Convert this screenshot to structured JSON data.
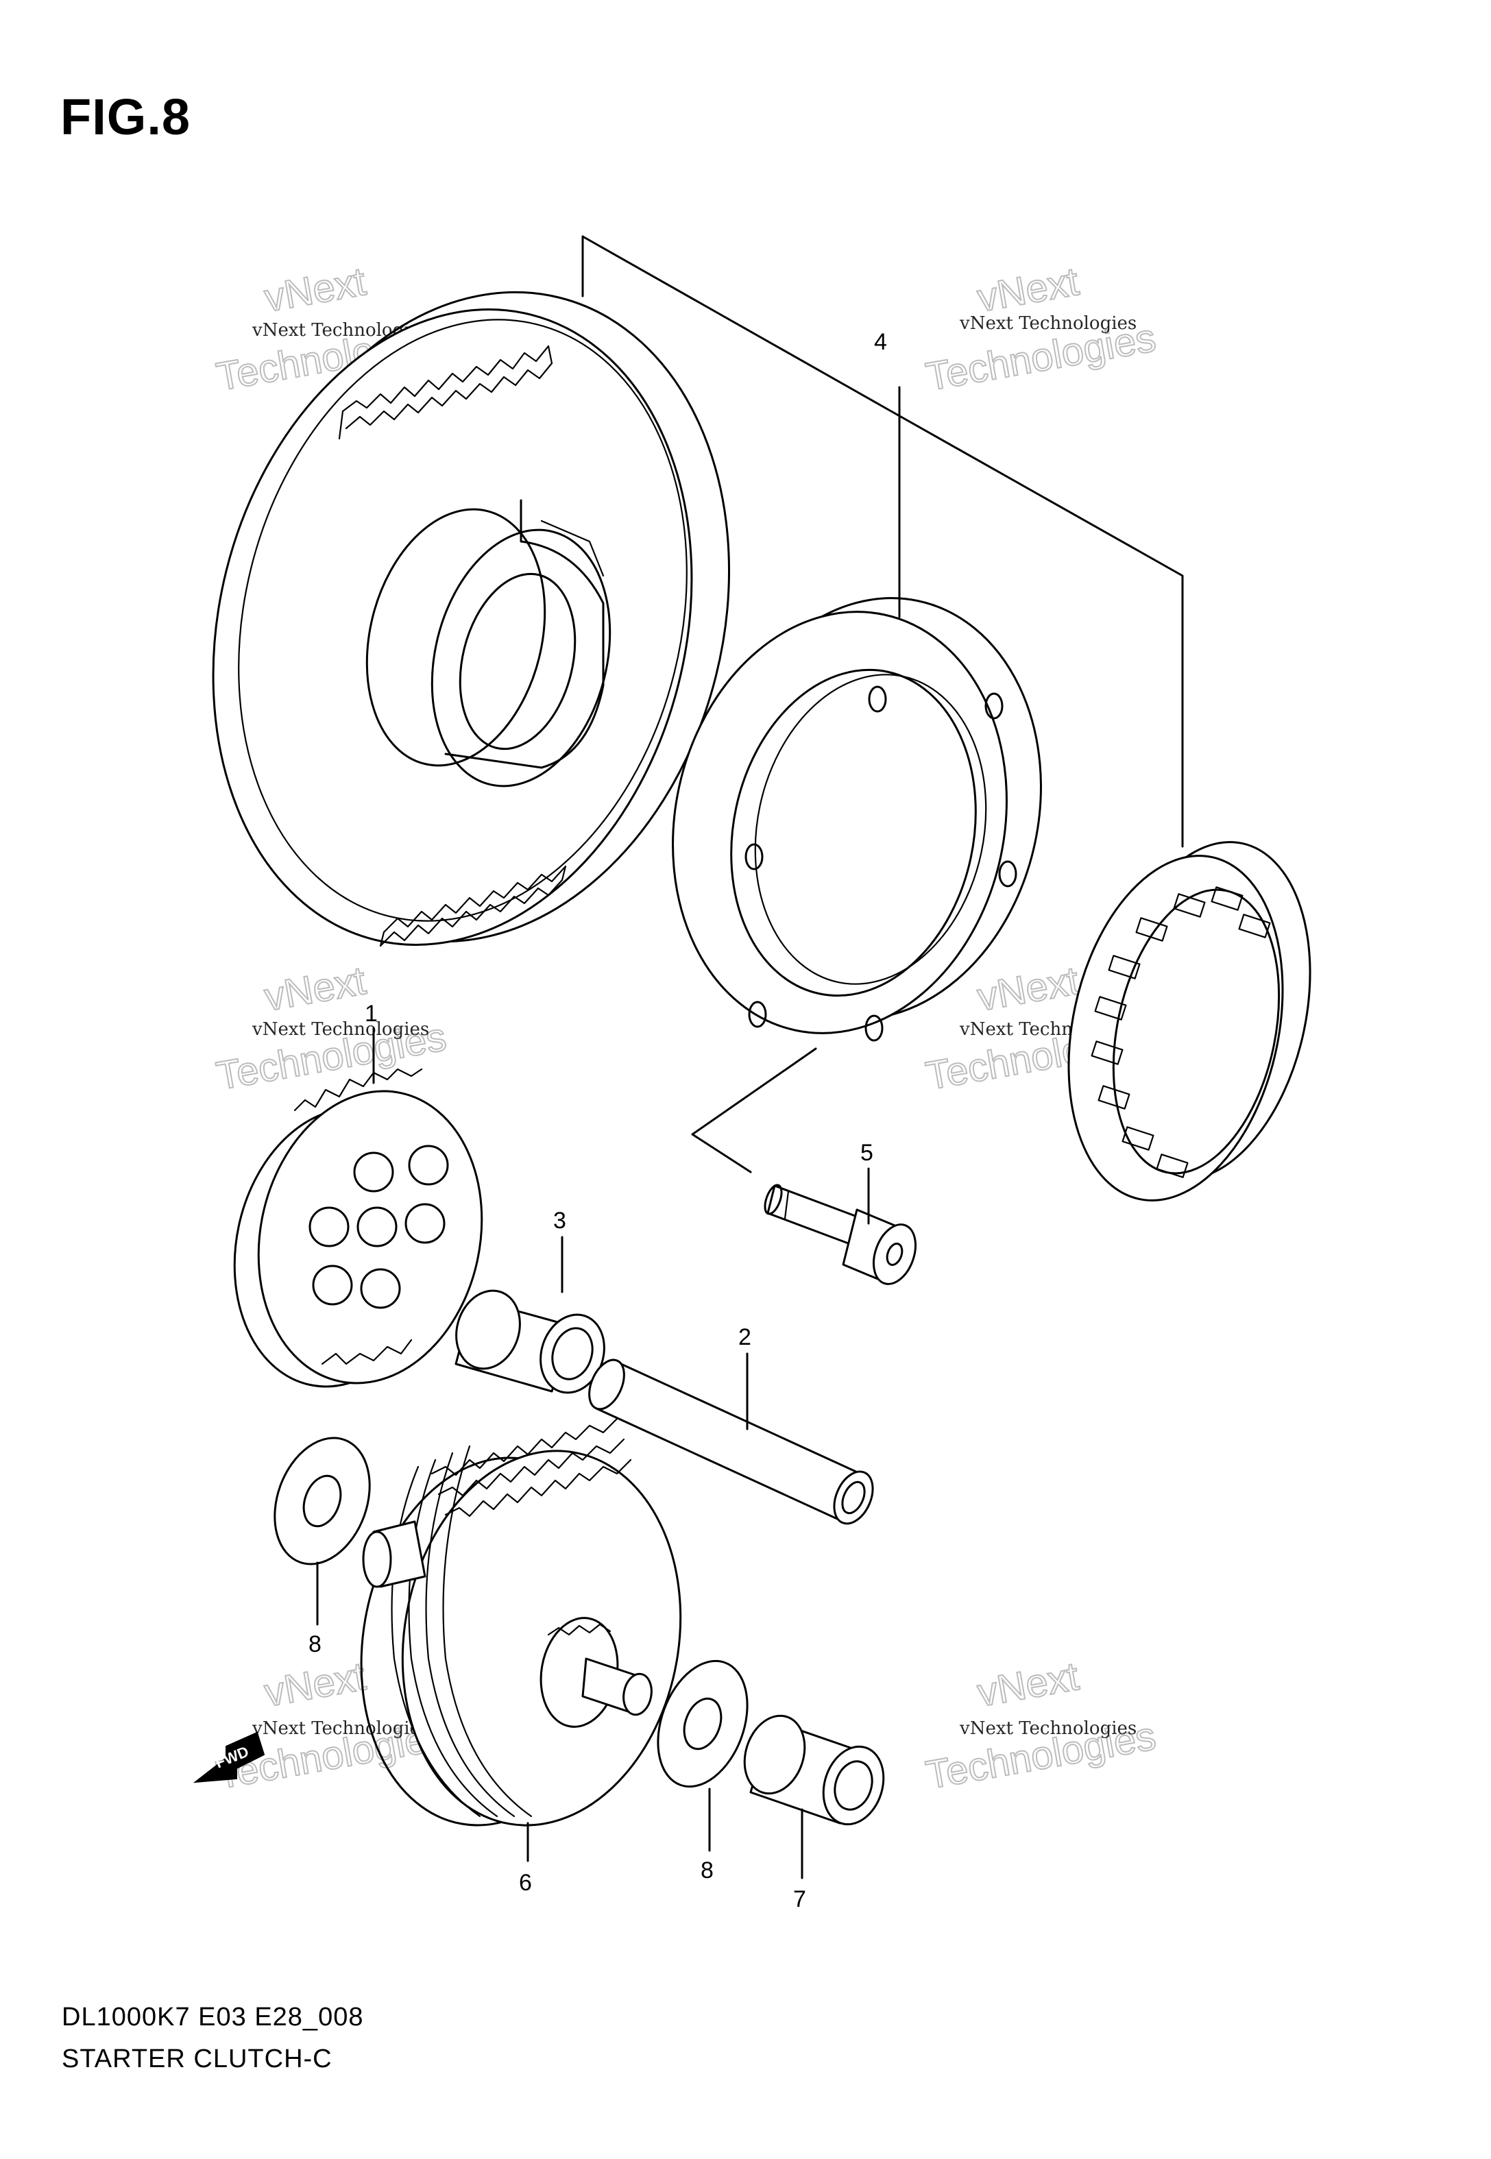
{
  "figure": {
    "title": "FIG.8",
    "model_code": "DL1000K7 E03 E28_008",
    "diagram_name": "STARTER CLUTCH-C"
  },
  "parts": [
    {
      "callout": "1",
      "label": "1"
    },
    {
      "callout": "2",
      "label": "2"
    },
    {
      "callout": "3",
      "label": "3"
    },
    {
      "callout": "4",
      "label": "4"
    },
    {
      "callout": "5",
      "label": "5"
    },
    {
      "callout": "6",
      "label": "6"
    },
    {
      "callout": "7",
      "label": "7"
    },
    {
      "callout": "8a",
      "label": "8"
    },
    {
      "callout": "8b",
      "label": "8"
    }
  ],
  "direction_arrow": {
    "label": "FWD"
  },
  "watermark": {
    "line1": "vNext Technologies",
    "line2": "vNext",
    "line3": "Technologies"
  },
  "colors": {
    "ink": "#000000",
    "watermark": "#b5b5b5",
    "background": "#ffffff"
  }
}
